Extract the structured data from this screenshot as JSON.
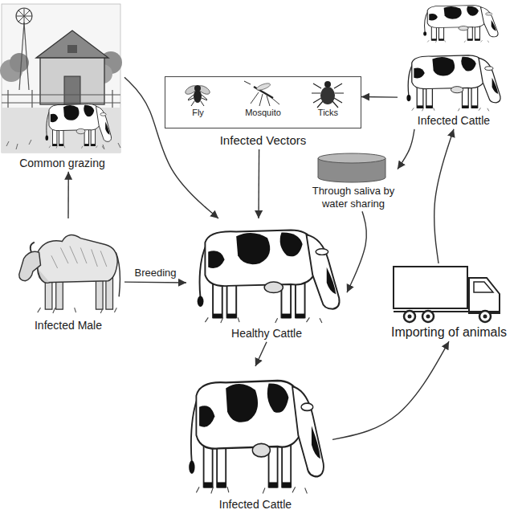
{
  "diagram": {
    "nodes": [
      {
        "text": [
          "Common grazing"
        ]
      },
      {
        "text": [
          "Infected Vectors",
          "Fly",
          "Mosquito",
          "Ticks"
        ]
      },
      {
        "text": [
          "Infected Cattle"
        ]
      },
      {
        "text": [
          "Through saliva by water sharing"
        ]
      },
      {
        "text": [
          "Infected Male"
        ]
      },
      {
        "text": [
          "Healthy Cattle"
        ]
      },
      {
        "text": [
          "Importing of animals"
        ]
      },
      {
        "text": [
          "Infected Cattle"
        ]
      }
    ],
    "edges": [
      {
        "from": 4,
        "to": 0,
        "arrow": "to"
      },
      {
        "from": 0,
        "to": 5,
        "arrow": "to"
      },
      {
        "from": 1,
        "to": 5,
        "arrow": "to"
      },
      {
        "from": 2,
        "to": 1,
        "arrow": "to"
      },
      {
        "from": 2,
        "to": 3,
        "arrow": "to"
      },
      {
        "from": 3,
        "to": 5,
        "arrow": "to"
      },
      {
        "from": 4,
        "to": 5,
        "label": "Breeding",
        "arrow": "to"
      },
      {
        "from": 5,
        "to": 7,
        "arrow": "to"
      },
      {
        "from": 7,
        "to": 6,
        "arrow": "to"
      },
      {
        "from": 6,
        "to": 2,
        "arrow": "to"
      }
    ]
  }
}
